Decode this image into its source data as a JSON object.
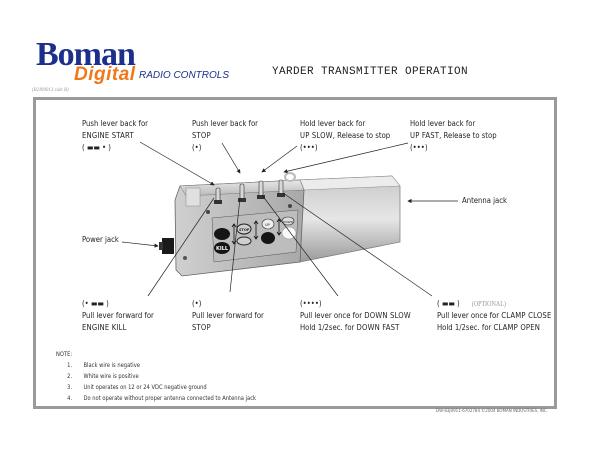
{
  "header": {
    "logo_brand": "Boman",
    "logo_sub": "Digital",
    "logo_tagline": "RADIO CONTROLS",
    "title": "YARDER TRANSMITTER OPERATION",
    "ref_note": "(R2I09013 side B)"
  },
  "callouts": {
    "engine_start": {
      "line1": "Push lever back for",
      "line2": "ENGINE START",
      "code": "( ▬▬ • )"
    },
    "stop_back": {
      "line1": "Push lever back for",
      "line2": "STOP",
      "code": "(•)"
    },
    "up_slow": {
      "line1": "Hold lever back for",
      "line2_bold": "UP SLOW",
      "line2_rest": ", Release to stop",
      "code": "(•••)"
    },
    "up_fast": {
      "line1": "Hold lever back for",
      "line2_bold": "UP FAST",
      "line2_rest": ", Release to stop",
      "code": "(•••)"
    },
    "antenna_jack": "Antenna jack",
    "power_jack": "Power jack",
    "engine_kill": {
      "code": "(• ▬▬ )",
      "line1": "Pull lever forward for",
      "line2": "ENGINE KILL"
    },
    "stop_forward": {
      "code": "(•)",
      "line1": "Pull lever forward for",
      "line2": "STOP"
    },
    "down": {
      "code": "(••••)",
      "line1_pre": "Pull lever once for ",
      "line1_bold": "DOWN SLOW",
      "line2_pre": "Hold 1/2sec. for ",
      "line2_bold": "DOWN FAST"
    },
    "clamp": {
      "code": "( ▬▬ )",
      "optional": "(OPTIONAL)",
      "line1_pre": "Pull lever once for ",
      "line1_bold": "CLAMP CLOSE",
      "line2_pre": "Hold 1/2sec. for ",
      "line2_bold": "CLAMP OPEN"
    }
  },
  "device": {
    "kill_label": "KILL",
    "stop_label": "STOP",
    "up_label": "UP",
    "down_label": "DOWN"
  },
  "notes": {
    "heading": "NOTE:",
    "items": [
      {
        "num": "1.",
        "text": "Black wire is negative"
      },
      {
        "num": "2.",
        "text": "White wire is positive"
      },
      {
        "num": "3.",
        "text": "Unit operates on 12 or 24 VDC negative ground"
      },
      {
        "num": "4.",
        "text": "Do  not operate without proper antenna connected to Antenna jack"
      }
    ]
  },
  "footer": "DW-83J0911-6702784  ©2004 BOMAN INDUSTRIES, INC.",
  "colors": {
    "brand_blue": "#1c2f8c",
    "brand_orange": "#f07818",
    "frame_gray": "#9a9a9a"
  }
}
